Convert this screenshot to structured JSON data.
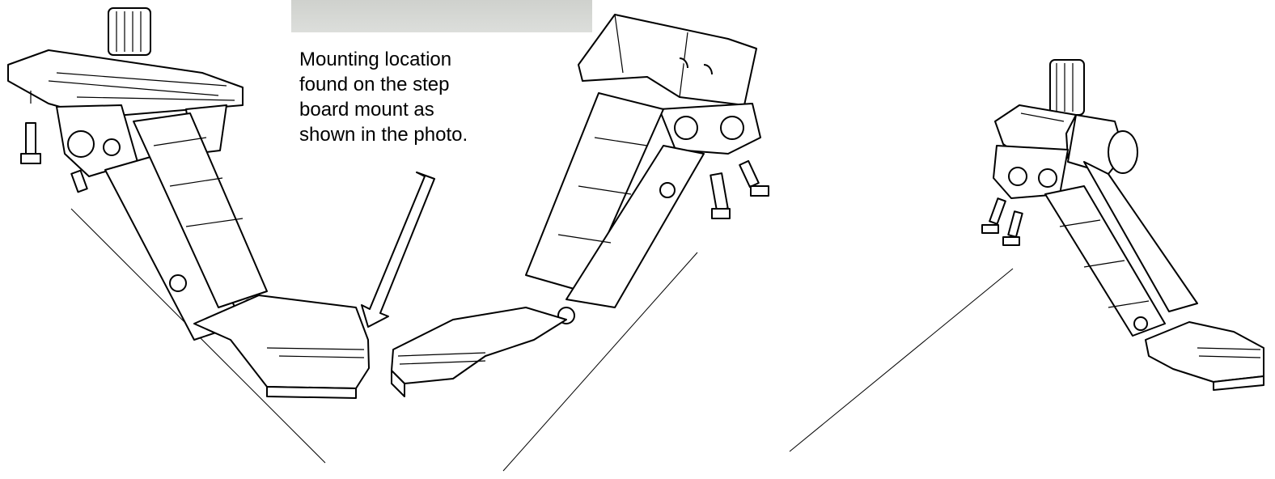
{
  "callout": {
    "lines": [
      "Mounting location",
      "found on the step",
      "board mount as",
      "shown in the photo."
    ]
  },
  "colors": {
    "ink": "#000000",
    "paper": "#ffffff",
    "photo_strip": "#d4d6d2"
  },
  "icons": [
    "arrow-icon"
  ]
}
